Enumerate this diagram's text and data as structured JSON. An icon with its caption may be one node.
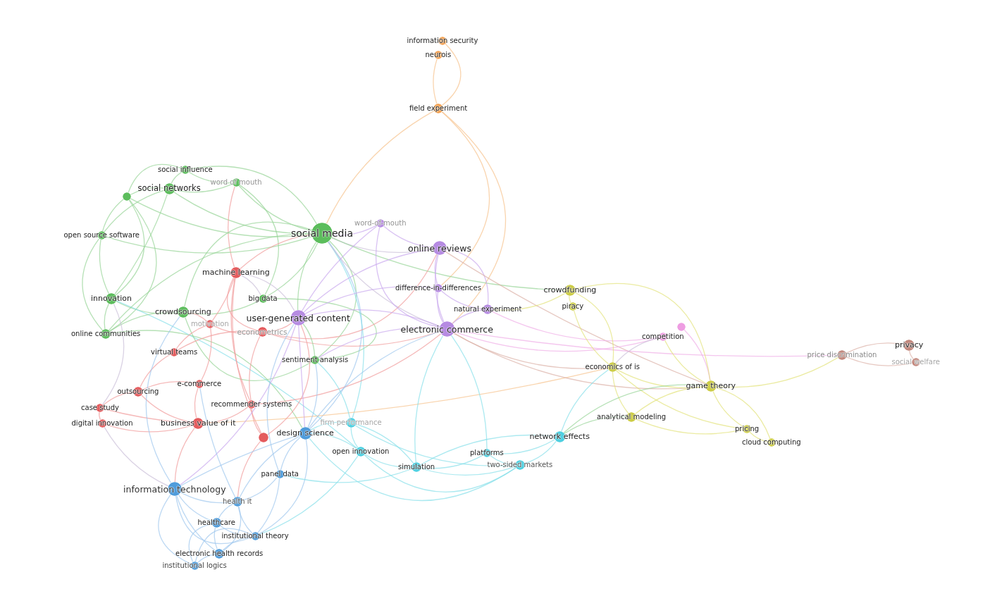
{
  "diagram": {
    "nodes": [
      {
        "text": [
          "information security"
        ]
      },
      {
        "text": [
          "neurois"
        ]
      },
      {
        "text": [
          "field experiment"
        ]
      },
      {
        "text": [
          "social influence"
        ]
      },
      {
        "text": [
          "social networks"
        ]
      },
      {
        "text": [
          "word of mouth"
        ]
      },
      {
        "text": [],
        "shape": "circle"
      },
      {
        "text": [
          "word-of-mouth"
        ]
      },
      {
        "text": [
          "social media"
        ]
      },
      {
        "text": [
          "open source software"
        ]
      },
      {
        "text": [
          "online reviews"
        ]
      },
      {
        "text": [
          "machine learning"
        ]
      },
      {
        "text": [
          "difference-in-differences"
        ]
      },
      {
        "text": [
          "crowdfunding"
        ]
      },
      {
        "text": [
          "innovation"
        ]
      },
      {
        "text": [
          "big data"
        ]
      },
      {
        "text": [
          "piracy"
        ]
      },
      {
        "text": [
          "natural experiment"
        ]
      },
      {
        "text": [
          "crowdsourcing"
        ]
      },
      {
        "text": [
          "user-generated content"
        ]
      },
      {
        "text": [
          "motivation"
        ]
      },
      {
        "text": [
          "electronic commerce"
        ]
      },
      {
        "text": [
          "econometrics"
        ]
      },
      {
        "text": [],
        "shape": "circle"
      },
      {
        "text": [
          "competition"
        ]
      },
      {
        "text": [
          "online communities"
        ]
      },
      {
        "text": [
          "privacy"
        ]
      },
      {
        "text": [
          "price discrimination"
        ]
      },
      {
        "text": [
          "social welfare"
        ]
      },
      {
        "text": [
          "virtual teams"
        ]
      },
      {
        "text": [
          "sentiment analysis"
        ]
      },
      {
        "text": [
          "economics of is"
        ]
      },
      {
        "text": [
          "e-commerce"
        ]
      },
      {
        "text": [
          "game theory"
        ]
      },
      {
        "text": [
          "outsourcing"
        ]
      },
      {
        "text": [
          "recommender systems"
        ]
      },
      {
        "text": [
          "case study"
        ]
      },
      {
        "text": [
          "analytical modeling"
        ]
      },
      {
        "text": [
          "digital innovation"
        ]
      },
      {
        "text": [
          "business value of it"
        ]
      },
      {
        "text": [
          "firm performance"
        ]
      },
      {
        "text": [
          "pricing"
        ]
      },
      {
        "text": [],
        "shape": "circle"
      },
      {
        "text": [
          "design science"
        ]
      },
      {
        "text": [
          "network effects"
        ]
      },
      {
        "text": [
          "cloud computing"
        ]
      },
      {
        "text": [
          "open innovation"
        ]
      },
      {
        "text": [
          "platforms"
        ]
      },
      {
        "text": [
          "two-sided markets"
        ]
      },
      {
        "text": [
          "simulation"
        ]
      },
      {
        "text": [
          "panel data"
        ]
      },
      {
        "text": [
          "information technology"
        ]
      },
      {
        "text": [
          "health it"
        ]
      },
      {
        "text": [
          "healthcare"
        ]
      },
      {
        "text": [
          "institutional theory"
        ]
      },
      {
        "text": [
          "electronic health records"
        ]
      },
      {
        "text": [
          "institutional logics"
        ]
      }
    ],
    "edges": [
      {
        "from": 0,
        "to": 2,
        "arrow": "none",
        "color": "#f6c28c"
      },
      {
        "from": 1,
        "to": 2,
        "arrow": "none",
        "color": "#f6c28c"
      },
      {
        "from": 2,
        "to": 8,
        "arrow": "none",
        "color": "#f6c28c"
      },
      {
        "from": 2,
        "to": 21,
        "arrow": "none",
        "color": "#f6c28c"
      },
      {
        "from": 2,
        "to": 12,
        "arrow": "none",
        "color": "#f6c28c"
      },
      {
        "from": 3,
        "to": 4,
        "arrow": "none"
      },
      {
        "from": 3,
        "to": 5,
        "arrow": "none"
      },
      {
        "from": 3,
        "to": 6,
        "arrow": "none"
      },
      {
        "from": 3,
        "to": 8,
        "arrow": "none"
      },
      {
        "from": 4,
        "to": 5,
        "arrow": "none"
      },
      {
        "from": 4,
        "to": 6,
        "arrow": "none"
      },
      {
        "from": 4,
        "to": 8,
        "arrow": "none"
      },
      {
        "from": 4,
        "to": 9,
        "arrow": "none"
      },
      {
        "from": 4,
        "to": 14,
        "arrow": "none"
      },
      {
        "from": 5,
        "to": 8,
        "arrow": "none"
      },
      {
        "from": 5,
        "to": 11,
        "arrow": "none",
        "color": "#f19b9b"
      },
      {
        "from": 5,
        "to": 15,
        "arrow": "none"
      },
      {
        "from": 6,
        "to": 9,
        "arrow": "none"
      },
      {
        "from": 6,
        "to": 8,
        "arrow": "none"
      },
      {
        "from": 6,
        "to": 14,
        "arrow": "none"
      },
      {
        "from": 6,
        "to": 25,
        "arrow": "none"
      },
      {
        "from": 9,
        "to": 14,
        "arrow": "none"
      },
      {
        "from": 9,
        "to": 25,
        "arrow": "none"
      },
      {
        "from": 9,
        "to": 8,
        "arrow": "none"
      },
      {
        "from": 14,
        "to": 25,
        "arrow": "none"
      },
      {
        "from": 14,
        "to": 18,
        "arrow": "none"
      },
      {
        "from": 25,
        "to": 43,
        "arrow": "none"
      },
      {
        "from": 14,
        "to": 46,
        "arrow": "none",
        "color": "#88dfea"
      },
      {
        "from": 18,
        "to": 25,
        "arrow": "none"
      },
      {
        "from": 18,
        "to": 15,
        "arrow": "none"
      },
      {
        "from": 18,
        "to": 30,
        "arrow": "none"
      },
      {
        "from": 18,
        "to": 8,
        "arrow": "none"
      },
      {
        "from": 15,
        "to": 8,
        "arrow": "none"
      },
      {
        "from": 15,
        "to": 11,
        "arrow": "none",
        "color": "#cbbfd8"
      },
      {
        "from": 15,
        "to": 30,
        "arrow": "none"
      },
      {
        "from": 8,
        "to": 11,
        "arrow": "none",
        "color": "#f19b9b"
      },
      {
        "from": 8,
        "to": 19,
        "arrow": "none"
      },
      {
        "from": 8,
        "to": 30,
        "arrow": "none"
      },
      {
        "from": 8,
        "to": 43,
        "arrow": "none",
        "color": "#9fc8ee"
      },
      {
        "from": 8,
        "to": 40,
        "arrow": "none",
        "color": "#88dfea"
      },
      {
        "from": 8,
        "to": 10,
        "arrow": "none",
        "color": "#cbbfd8"
      },
      {
        "from": 8,
        "to": 21,
        "arrow": "none",
        "color": "#cbbfd8"
      },
      {
        "from": 8,
        "to": 7,
        "arrow": "none",
        "color": "#c9a8ee"
      },
      {
        "from": 8,
        "to": 13,
        "arrow": "none"
      },
      {
        "from": 8,
        "to": 25,
        "arrow": "none"
      },
      {
        "from": 11,
        "to": 20,
        "arrow": "none",
        "color": "#f19b9b"
      },
      {
        "from": 11,
        "to": 22,
        "arrow": "none",
        "color": "#f19b9b"
      },
      {
        "from": 11,
        "to": 35,
        "arrow": "none",
        "color": "#f19b9b"
      },
      {
        "from": 11,
        "to": 19,
        "arrow": "none",
        "color": "#cbbfd8"
      },
      {
        "from": 11,
        "to": 42,
        "arrow": "none",
        "color": "#f19b9b"
      },
      {
        "from": 20,
        "to": 18,
        "arrow": "none",
        "color": "#f19b9b"
      },
      {
        "from": 20,
        "to": 29,
        "arrow": "none",
        "color": "#f19b9b"
      },
      {
        "from": 20,
        "to": 22,
        "arrow": "none",
        "color": "#f19b9b"
      },
      {
        "from": 22,
        "to": 19,
        "arrow": "none",
        "color": "#f19b9b"
      },
      {
        "from": 22,
        "to": 29,
        "arrow": "none",
        "color": "#f19b9b"
      },
      {
        "from": 22,
        "to": 10,
        "arrow": "none",
        "color": "#f19b9b"
      },
      {
        "from": 22,
        "to": 21,
        "arrow": "none",
        "color": "#f19b9b"
      },
      {
        "from": 22,
        "to": 35,
        "arrow": "none",
        "color": "#f19b9b"
      },
      {
        "from": 29,
        "to": 34,
        "arrow": "none",
        "color": "#f19b9b"
      },
      {
        "from": 32,
        "to": 20,
        "arrow": "none",
        "color": "#f19b9b"
      },
      {
        "from": 32,
        "to": 34,
        "arrow": "none",
        "color": "#f19b9b"
      },
      {
        "from": 32,
        "to": 39,
        "arrow": "none",
        "color": "#f19b9b"
      },
      {
        "from": 34,
        "to": 36,
        "arrow": "none",
        "color": "#f19b9b"
      },
      {
        "from": 34,
        "to": 39,
        "arrow": "none",
        "color": "#f19b9b"
      },
      {
        "from": 36,
        "to": 38,
        "arrow": "none",
        "color": "#f19b9b"
      },
      {
        "from": 36,
        "to": 39,
        "arrow": "none",
        "color": "#f19b9b"
      },
      {
        "from": 38,
        "to": 39,
        "arrow": "none",
        "color": "#f19b9b"
      },
      {
        "from": 38,
        "to": 51,
        "arrow": "none",
        "color": "#cbbfd8"
      },
      {
        "from": 39,
        "to": 51,
        "arrow": "none",
        "color": "#f19b9b"
      },
      {
        "from": 39,
        "to": 35,
        "arrow": "none",
        "color": "#f19b9b"
      },
      {
        "from": 39,
        "to": 31,
        "arrow": "none",
        "color": "#f6c28c"
      },
      {
        "from": 35,
        "to": 42,
        "arrow": "none",
        "color": "#f19b9b"
      },
      {
        "from": 35,
        "to": 21,
        "arrow": "none",
        "color": "#f19b9b"
      },
      {
        "from": 42,
        "to": 52,
        "arrow": "none",
        "color": "#f19b9b"
      },
      {
        "from": 42,
        "to": 19,
        "arrow": "none",
        "color": "#f19b9b"
      },
      {
        "from": 36,
        "to": 14,
        "arrow": "none",
        "color": "#cbbfd8"
      },
      {
        "from": 7,
        "to": 10,
        "arrow": "none",
        "color": "#c9a8ee"
      },
      {
        "from": 7,
        "to": 19,
        "arrow": "none",
        "color": "#c9a8ee"
      },
      {
        "from": 7,
        "to": 21,
        "arrow": "none",
        "color": "#c9a8ee"
      },
      {
        "from": 10,
        "to": 12,
        "arrow": "none",
        "color": "#c9a8ee"
      },
      {
        "from": 10,
        "to": 21,
        "arrow": "none",
        "color": "#c9a8ee"
      },
      {
        "from": 10,
        "to": 17,
        "arrow": "none",
        "color": "#c9a8ee"
      },
      {
        "from": 10,
        "to": 19,
        "arrow": "none",
        "color": "#c9a8ee"
      },
      {
        "from": 10,
        "to": 33,
        "arrow": "none",
        "color": "#dcb0a6"
      },
      {
        "from": 12,
        "to": 21,
        "arrow": "none",
        "color": "#c9a8ee"
      },
      {
        "from": 12,
        "to": 17,
        "arrow": "none",
        "color": "#c9a8ee"
      },
      {
        "from": 12,
        "to": 19,
        "arrow": "none",
        "color": "#c9a8ee"
      },
      {
        "from": 17,
        "to": 21,
        "arrow": "none",
        "color": "#c9a8ee"
      },
      {
        "from": 17,
        "to": 13,
        "arrow": "none",
        "color": "#e2e27a"
      },
      {
        "from": 17,
        "to": 24,
        "arrow": "none",
        "color": "#f0aee7"
      },
      {
        "from": 21,
        "to": 19,
        "arrow": "none",
        "color": "#c9a8ee"
      },
      {
        "from": 21,
        "to": 24,
        "arrow": "none",
        "color": "#f0aee7"
      },
      {
        "from": 21,
        "to": 27,
        "arrow": "none",
        "color": "#f0aee7"
      },
      {
        "from": 21,
        "to": 31,
        "arrow": "none",
        "color": "#dcb0a6"
      },
      {
        "from": 21,
        "to": 33,
        "arrow": "none",
        "color": "#dcb0a6"
      },
      {
        "from": 21,
        "to": 49,
        "arrow": "none",
        "color": "#88dfea"
      },
      {
        "from": 21,
        "to": 43,
        "arrow": "none",
        "color": "#9fc8ee"
      },
      {
        "from": 21,
        "to": 30,
        "arrow": "none",
        "color": "#c9a8ee"
      },
      {
        "from": 19,
        "to": 43,
        "arrow": "none",
        "color": "#c9a8ee"
      },
      {
        "from": 19,
        "to": 51,
        "arrow": "none",
        "color": "#c9a8ee"
      },
      {
        "from": 23,
        "to": 33,
        "arrow": "none",
        "color": "#f0aee7"
      },
      {
        "from": 24,
        "to": 33,
        "arrow": "none",
        "color": "#e2e27a"
      },
      {
        "from": 24,
        "to": 31,
        "arrow": "none",
        "color": "#cbbfd8"
      },
      {
        "from": 13,
        "to": 16,
        "arrow": "none",
        "color": "#e2e27a"
      },
      {
        "from": 13,
        "to": 31,
        "arrow": "none",
        "color": "#e2e27a"
      },
      {
        "from": 13,
        "to": 33,
        "arrow": "none",
        "color": "#e2e27a"
      },
      {
        "from": 16,
        "to": 31,
        "arrow": "none",
        "color": "#e2e27a"
      },
      {
        "from": 31,
        "to": 33,
        "arrow": "none",
        "color": "#e2e27a"
      },
      {
        "from": 31,
        "to": 37,
        "arrow": "none",
        "color": "#e2e27a"
      },
      {
        "from": 31,
        "to": 41,
        "arrow": "none",
        "color": "#e2e27a"
      },
      {
        "from": 31,
        "to": 44,
        "arrow": "none",
        "color": "#88dfea"
      },
      {
        "from": 33,
        "to": 37,
        "arrow": "none",
        "color": "#e2e27a"
      },
      {
        "from": 33,
        "to": 41,
        "arrow": "none",
        "color": "#e2e27a"
      },
      {
        "from": 33,
        "to": 45,
        "arrow": "none",
        "color": "#e2e27a"
      },
      {
        "from": 33,
        "to": 27,
        "arrow": "none",
        "color": "#e2e27a"
      },
      {
        "from": 33,
        "to": 44,
        "arrow": "none"
      },
      {
        "from": 37,
        "to": 41,
        "arrow": "none",
        "color": "#e2e27a"
      },
      {
        "from": 37,
        "to": 44,
        "arrow": "none"
      },
      {
        "from": 41,
        "to": 45,
        "arrow": "none",
        "color": "#e2e27a"
      },
      {
        "from": 26,
        "to": 27,
        "arrow": "none",
        "color": "#dcb0a6"
      },
      {
        "from": 26,
        "to": 28,
        "arrow": "none",
        "color": "#dcb0a6"
      },
      {
        "from": 27,
        "to": 28,
        "arrow": "none",
        "color": "#dcb0a6"
      },
      {
        "from": 40,
        "to": 43,
        "arrow": "none",
        "color": "#88dfea"
      },
      {
        "from": 40,
        "to": 46,
        "arrow": "none",
        "color": "#88dfea"
      },
      {
        "from": 40,
        "to": 49,
        "arrow": "none",
        "color": "#88dfea"
      },
      {
        "from": 40,
        "to": 48,
        "arrow": "none",
        "color": "#88dfea"
      },
      {
        "from": 40,
        "to": 30,
        "arrow": "none",
        "color": "#88dfea"
      },
      {
        "from": 46,
        "to": 43,
        "arrow": "none",
        "color": "#88dfea"
      },
      {
        "from": 46,
        "to": 49,
        "arrow": "none",
        "color": "#88dfea"
      },
      {
        "from": 46,
        "to": 48,
        "arrow": "none",
        "color": "#88dfea"
      },
      {
        "from": 49,
        "to": 47,
        "arrow": "none",
        "color": "#88dfea"
      },
      {
        "from": 49,
        "to": 48,
        "arrow": "none",
        "color": "#88dfea"
      },
      {
        "from": 49,
        "to": 44,
        "arrow": "none",
        "color": "#88dfea"
      },
      {
        "from": 47,
        "to": 48,
        "arrow": "none",
        "color": "#88dfea"
      },
      {
        "from": 47,
        "to": 44,
        "arrow": "none",
        "color": "#88dfea"
      },
      {
        "from": 47,
        "to": 21,
        "arrow": "none",
        "color": "#88dfea"
      },
      {
        "from": 48,
        "to": 44,
        "arrow": "none",
        "color": "#88dfea"
      },
      {
        "from": 48,
        "to": 43,
        "arrow": "none",
        "color": "#88dfea"
      },
      {
        "from": 43,
        "to": 51,
        "arrow": "none",
        "color": "#9fc8ee"
      },
      {
        "from": 43,
        "to": 52,
        "arrow": "none",
        "color": "#9fc8ee"
      },
      {
        "from": 43,
        "to": 50,
        "arrow": "none",
        "color": "#9fc8ee"
      },
      {
        "from": 43,
        "to": 54,
        "arrow": "none",
        "color": "#9fc8ee"
      },
      {
        "from": 43,
        "to": 30,
        "arrow": "none",
        "color": "#9fc8ee"
      },
      {
        "from": 51,
        "to": 52,
        "arrow": "none",
        "color": "#9fc8ee"
      },
      {
        "from": 51,
        "to": 53,
        "arrow": "none",
        "color": "#9fc8ee"
      },
      {
        "from": 51,
        "to": 54,
        "arrow": "none",
        "color": "#9fc8ee"
      },
      {
        "from": 51,
        "to": 55,
        "arrow": "none",
        "color": "#9fc8ee"
      },
      {
        "from": 51,
        "to": 56,
        "arrow": "none",
        "color": "#9fc8ee"
      },
      {
        "from": 52,
        "to": 53,
        "arrow": "none",
        "color": "#9fc8ee"
      },
      {
        "from": 52,
        "to": 54,
        "arrow": "none",
        "color": "#9fc8ee"
      },
      {
        "from": 52,
        "to": 50,
        "arrow": "none",
        "color": "#9fc8ee"
      },
      {
        "from": 52,
        "to": 55,
        "arrow": "none",
        "color": "#9fc8ee"
      },
      {
        "from": 53,
        "to": 54,
        "arrow": "none",
        "color": "#9fc8ee"
      },
      {
        "from": 53,
        "to": 55,
        "arrow": "none",
        "color": "#9fc8ee"
      },
      {
        "from": 53,
        "to": 56,
        "arrow": "none",
        "color": "#9fc8ee"
      },
      {
        "from": 54,
        "to": 55,
        "arrow": "none",
        "color": "#9fc8ee"
      },
      {
        "from": 54,
        "to": 56,
        "arrow": "none",
        "color": "#9fc8ee"
      },
      {
        "from": 54,
        "to": 50,
        "arrow": "none",
        "color": "#9fc8ee"
      },
      {
        "from": 54,
        "to": 46,
        "arrow": "none",
        "color": "#88dfea"
      },
      {
        "from": 55,
        "to": 56,
        "arrow": "none",
        "color": "#9fc8ee"
      },
      {
        "from": 50,
        "to": 19,
        "arrow": "none",
        "color": "#9fc8ee"
      },
      {
        "from": 52,
        "to": 32,
        "arrow": "none",
        "color": "#9fc8ee"
      },
      {
        "from": 51,
        "to": 18,
        "arrow": "none",
        "color": "#9fc8ee"
      },
      {
        "from": 50,
        "to": 49,
        "arrow": "none",
        "color": "#88dfea"
      },
      {
        "from": 30,
        "to": 19,
        "arrow": "none"
      }
    ]
  }
}
